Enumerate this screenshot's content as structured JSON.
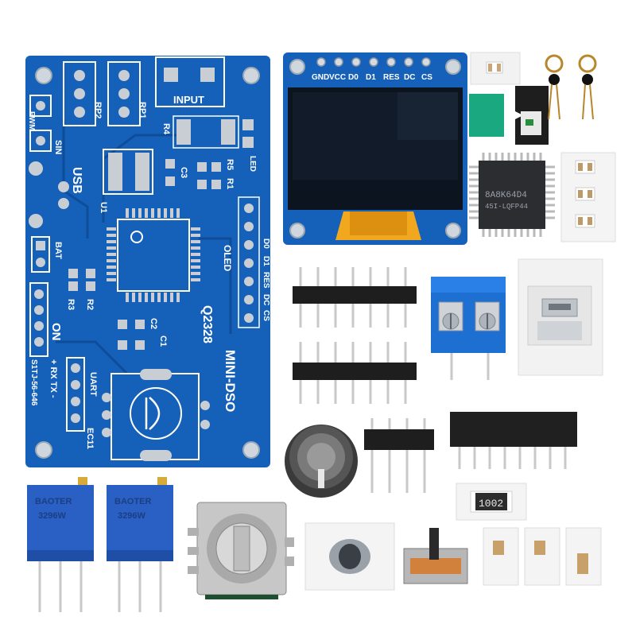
{
  "pcb": {
    "labels": {
      "rp2": "RP2",
      "rp1": "RP1",
      "input": "INPUT",
      "pwm": "PWM",
      "sin": "SIN",
      "usb": "USB",
      "r4": "R4",
      "led": "LED",
      "c3": "C3",
      "r5": "R5",
      "r1": "R1",
      "u1": "U1",
      "oled": "OLED",
      "bat": "BAT",
      "r3": "R3",
      "r2": "R2",
      "d0": "D0",
      "d1": "D1",
      "res": "RES",
      "dc": "DC",
      "cs": "CS",
      "c2": "C2",
      "c1": "C1",
      "model": "Q2328",
      "title": "MINI-DSO",
      "on": "ON",
      "power": "+ RX TX -",
      "uart": "UART",
      "part_no": "S1TJ-56-646",
      "ec11": "EC11"
    }
  },
  "oled": {
    "pins": [
      "GND",
      "VCC",
      "D0",
      "D1",
      "RES",
      "DC",
      "CS"
    ]
  },
  "mcu": {
    "line1": "8A8K64D4",
    "line2": "45I-LQFP44"
  },
  "trimpot": {
    "brand": "BAOTER",
    "code": "3296W"
  },
  "resistor": {
    "code": "1002"
  },
  "colors": {
    "pcb_blue": "#1560b8",
    "pcb_dark": "#0e4d99",
    "terminal_blue": "#1d6fd1",
    "trimpot_blue": "#2a5fc4",
    "oled_screen": "#0c1420",
    "flex_cable": "#f2a81e",
    "tape_green": "#1aa880"
  }
}
